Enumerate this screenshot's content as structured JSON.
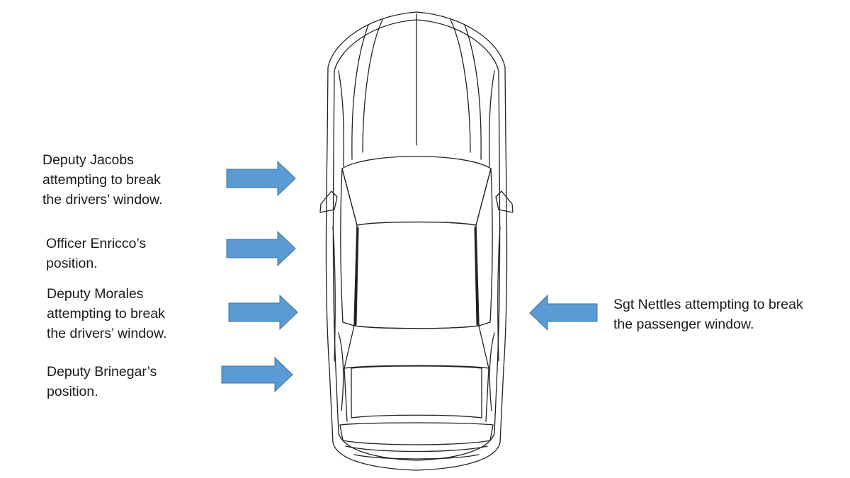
{
  "labels": {
    "jacobs": "Deputy Jacobs\nattempting to break\nthe drivers’ window.",
    "enricco": "Officer Enricco’s\nposition.",
    "morales": "Deputy Morales\nattempting to break\nthe drivers’ window.",
    "brinegar": "Deputy Brinegar’s\nposition.",
    "nettles": "Sgt Nettles attempting to break\nthe passenger window."
  },
  "colors": {
    "arrow_fill": "#5b9bd5",
    "arrow_stroke": "#41719c",
    "car_outline": "#222222",
    "text": "#1a1a1a"
  }
}
